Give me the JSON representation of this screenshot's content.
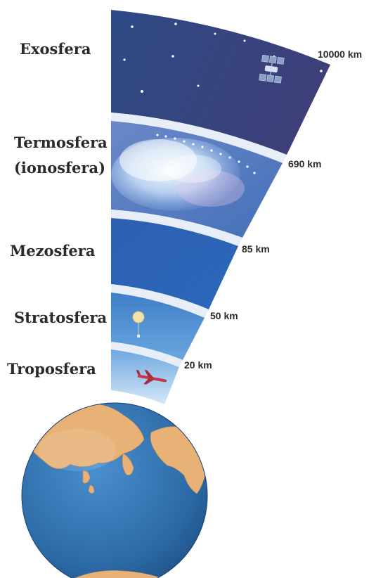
{
  "layers": [
    {
      "name": "Exosfera",
      "name_line2": "",
      "boundary": "10000 km"
    },
    {
      "name": "Termosfera",
      "name_line2": "(ionosfera)",
      "boundary": "690 km"
    },
    {
      "name": "Mezosfera",
      "name_line2": "",
      "boundary": "85 km"
    },
    {
      "name": "Stratosfera",
      "name_line2": "",
      "boundary": "50 km"
    },
    {
      "name": "Troposfera",
      "name_line2": "",
      "boundary": "20 km"
    }
  ],
  "colors": {
    "exosphere": "#33487f",
    "thermosphere": "#5d7fc3",
    "mesosphere": "#2f63b4",
    "stratosphere": "#4f8fd4",
    "troposphere": "#8fbde8",
    "ocean": "#2f6ea8",
    "land": "#e8b176",
    "boundary_band": "#e7eef8"
  },
  "icons": [
    "satellite-icon",
    "aurora-icon",
    "balloon-icon",
    "airplane-icon",
    "stars-icon",
    "earth-globe-icon"
  ]
}
